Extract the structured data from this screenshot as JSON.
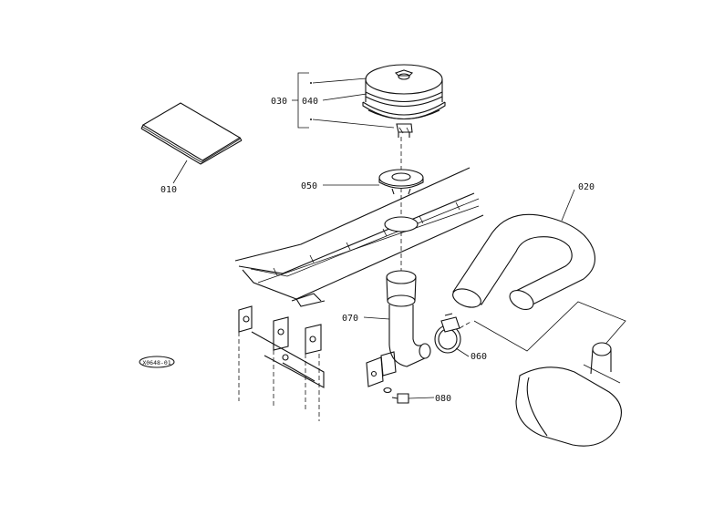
{
  "parts": {
    "p010": "010",
    "p020": "020",
    "p030": "030",
    "p040": "040",
    "p050": "050",
    "p060": "060",
    "p070": "070",
    "p080": "080"
  },
  "drawing_id": "X0648-01"
}
